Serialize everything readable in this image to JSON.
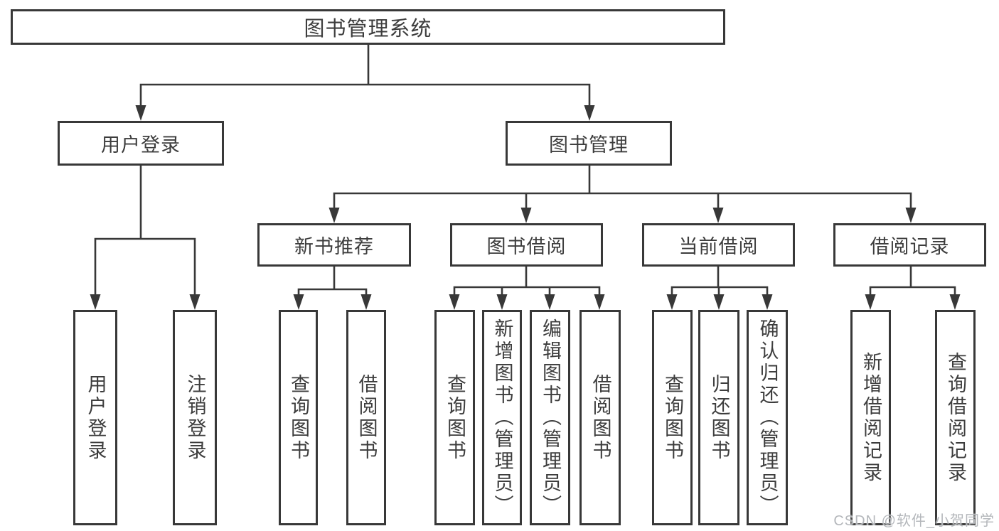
{
  "diagram": {
    "title": "图书管理系统",
    "tree": {
      "root": {
        "label": "图书管理系统"
      },
      "branches": [
        {
          "label": "用户登录",
          "children": [
            {
              "label": "用户登录"
            },
            {
              "label": "注销登录"
            }
          ]
        },
        {
          "label": "图书管理",
          "children": [
            {
              "label": "新书推荐",
              "children": [
                {
                  "label": "查询图书"
                },
                {
                  "label": "借阅图书"
                }
              ]
            },
            {
              "label": "图书借阅",
              "children": [
                {
                  "label": "查询图书"
                },
                {
                  "label": "新增图书（管理员）"
                },
                {
                  "label": "编辑图书（管理员）"
                },
                {
                  "label": "借阅图书"
                }
              ]
            },
            {
              "label": "当前借阅",
              "children": [
                {
                  "label": "查询图书"
                },
                {
                  "label": "归还图书"
                },
                {
                  "label": "确认归还（管理员）"
                }
              ]
            },
            {
              "label": "借阅记录",
              "children": [
                {
                  "label": "新增借阅记录"
                },
                {
                  "label": "查询借阅记录"
                }
              ]
            }
          ]
        }
      ]
    },
    "colors": {
      "line": "#383838",
      "box_border": "#383838",
      "text": "#3d3d3d",
      "watermark": "#b4b7bb",
      "background": "#ffffff"
    }
  },
  "watermark": {
    "text": "CSDN @软件_小贺同学"
  }
}
